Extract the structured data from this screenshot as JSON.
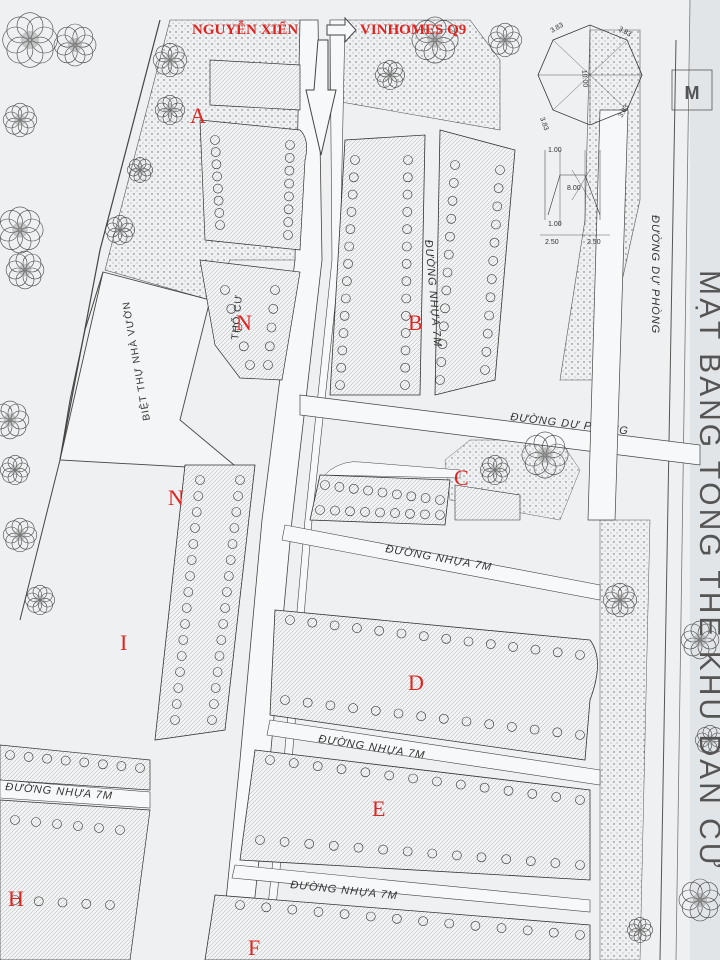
{
  "route_label": {
    "from": "NGUYỄN XIỂN",
    "to": "VINHOMES Q9"
  },
  "blocks": [
    {
      "id": "A",
      "label": "A"
    },
    {
      "id": "B",
      "label": "B"
    },
    {
      "id": "C",
      "label": "C"
    },
    {
      "id": "D",
      "label": "D"
    },
    {
      "id": "E",
      "label": "E"
    },
    {
      "id": "F",
      "label": "F"
    },
    {
      "id": "H",
      "label": "H"
    },
    {
      "id": "I",
      "label": "I"
    },
    {
      "id": "N1",
      "label": "N"
    },
    {
      "id": "N2",
      "label": "N"
    }
  ],
  "streets": {
    "du_phong_vertical": "ĐƯỜNG DỰ PHÒNG",
    "du_phong_horizontal": "ĐƯỜNG DỰ PHÒNG",
    "nhua_b": "ĐƯỜNG NHỰA 7M",
    "nhua_d": "ĐƯỜNG NHỰA 7M",
    "nhua_e": "ĐƯỜNG NHỰA 7M",
    "nhua_f": "ĐƯỜNG NHỰA 7M",
    "nhua_h": "ĐƯỜNG NHỰA 7M"
  },
  "areas": {
    "villa": "BIỆT THỰ NHÀ VƯỜN",
    "small_area": "THỔ CƯ"
  },
  "title": "MẶT BẰNG TỔNG THỂ KHU DÂN CƯ",
  "gazebo_dims": {
    "side_1": "3.83",
    "side_2": "3.83",
    "side_3": "3.83",
    "side_4": "3.83",
    "diameter": "10.00"
  },
  "section_dims": {
    "total": "8.00",
    "left": "2.50",
    "right": "2.50",
    "top": "1.00",
    "bottom": "1.00"
  }
}
